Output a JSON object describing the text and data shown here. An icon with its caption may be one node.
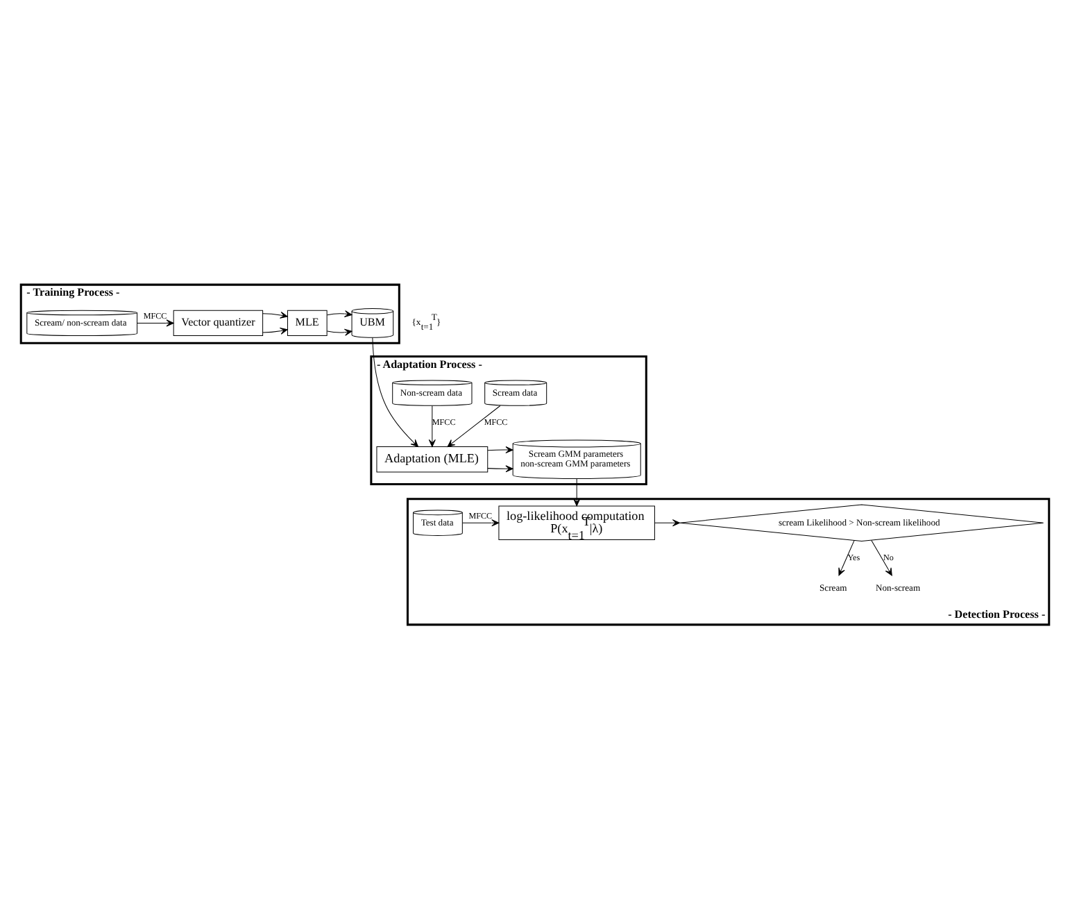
{
  "diagram": {
    "nodes": [
      {
        "text": [
          "- Training Process -"
        ]
      },
      {
        "text": [
          "Scream/ non-scream data"
        ],
        "in": 0
      },
      {
        "text": [
          "Vector quantizer"
        ],
        "in": 0
      },
      {
        "text": [
          "MLE"
        ],
        "in": 0
      },
      {
        "text": [
          "UBM"
        ],
        "in": 0
      },
      {
        "text": [
          "- Adaptation Process -"
        ]
      },
      {
        "text": [
          "Scream data"
        ],
        "in": 5
      },
      {
        "text": [
          "Non-scream data"
        ],
        "in": 5
      },
      {
        "text": [
          "Adaptation (MLE)"
        ],
        "in": 5
      },
      {
        "text": [
          "Scream GMM parameters",
          "non-scream GMM parameters"
        ],
        "in": 5
      },
      {
        "text": [
          "- Detection Process -"
        ]
      },
      {
        "text": [
          "scream Likelihood > Non-scream likelihood"
        ],
        "in": 10
      },
      {
        "text": [
          "log-likelihood computation",
          "P(x$_{t=1}$$^{T}$|λ)"
        ],
        "in": 10
      },
      {
        "text": [
          "Test data"
        ],
        "in": 10
      },
      {
        "text": [
          "Scream"
        ],
        "in": 10
      },
      {
        "text": [
          "Non-scream"
        ],
        "in": 10
      }
    ],
    "edges": [
      {
        "from": 1,
        "to": 2,
        "arrow": "to",
        "label": "MFCC"
      },
      {
        "from": 2,
        "to": 3,
        "arrow": "to"
      },
      {
        "from": 2,
        "to": 3,
        "arrow": "to"
      },
      {
        "from": 3,
        "to": 4,
        "arrow": "to"
      },
      {
        "from": 3,
        "to": 4,
        "arrow": "to"
      },
      {
        "from": 4,
        "to": 8,
        "arrow": "to"
      },
      {
        "from": 6,
        "to": 8,
        "arrow": "to",
        "label": "MFCC"
      },
      {
        "from": 7,
        "to": 8,
        "arrow": "to",
        "label": "MFCC"
      },
      {
        "from": 8,
        "to": 9,
        "arrow": "to"
      },
      {
        "from": 8,
        "to": 9,
        "arrow": "to"
      },
      {
        "from": 9,
        "to": 12,
        "arrow": "to"
      },
      {
        "from": 13,
        "to": 12,
        "arrow": "to",
        "label": "MFCC"
      },
      {
        "from": 12,
        "to": 11,
        "arrow": "to"
      },
      {
        "from": 11,
        "to": 14,
        "arrow": "to",
        "label": "Yes"
      },
      {
        "from": 11,
        "to": 15,
        "arrow": "to",
        "label": "No"
      }
    ],
    "labels": [
      "{x$_{t=1}$$^{T}$}"
    ]
  }
}
